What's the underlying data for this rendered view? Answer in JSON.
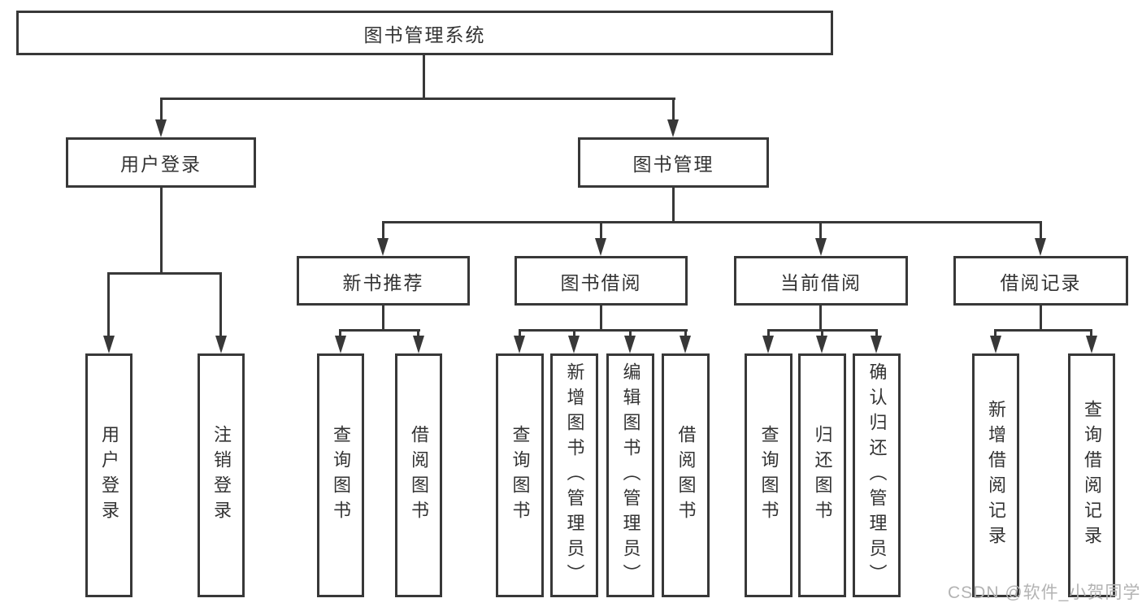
{
  "root": {
    "label": "图书管理系统"
  },
  "branches": {
    "user_login": {
      "label": "用户登录",
      "children": [
        {
          "label": "用户登录"
        },
        {
          "label": "注销登录"
        }
      ]
    },
    "book_management": {
      "label": "图书管理",
      "sections": {
        "new_book_recommend": {
          "label": "新书推荐",
          "children": [
            {
              "label": "查询图书"
            },
            {
              "label": "借阅图书"
            }
          ]
        },
        "book_borrowing": {
          "label": "图书借阅",
          "children": [
            {
              "label": "查询图书"
            },
            {
              "label": "新增图书（管理员）"
            },
            {
              "label": "编辑图书（管理员）"
            },
            {
              "label": "借阅图书"
            }
          ]
        },
        "current_borrowing": {
          "label": "当前借阅",
          "children": [
            {
              "label": "查询图书"
            },
            {
              "label": "归还图书"
            },
            {
              "label": "确认归还（管理员）"
            }
          ]
        },
        "borrowing_records": {
          "label": "借阅记录",
          "children": [
            {
              "label": "新增借阅记录"
            },
            {
              "label": "查询借阅记录"
            }
          ]
        }
      }
    }
  },
  "watermark": {
    "text": "CSDN @软件_小贺同学"
  },
  "colors": {
    "line": "#383838",
    "text": "#333333",
    "watermark": "#b3b3b3",
    "background": "#ffffff"
  }
}
